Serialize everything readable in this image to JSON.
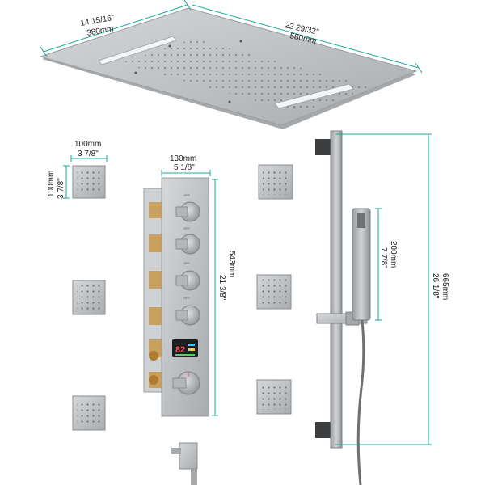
{
  "colors": {
    "dimension_line": "#18a89a",
    "metal": "#b9bcbf",
    "metal_dark": "#8a8d90",
    "brass": "#c8a060",
    "label": "#222222"
  },
  "dimensions": {
    "ceiling_depth_in": "14 15/16\"",
    "ceiling_depth_mm": "380mm",
    "ceiling_width_in": "22 29/32\"",
    "ceiling_width_mm": "580mm",
    "jet_width_mm": "100mm",
    "jet_width_in": "3 7/8\"",
    "jet_height_mm": "100mm",
    "jet_height_in": "3 7/8\"",
    "valve_width_mm": "130mm",
    "valve_width_in": "5 1/8\"",
    "valve_height_mm": "543mm",
    "valve_height_in": "21 3/8\"",
    "handheld_height_mm": "200mm",
    "handheld_height_in": "7 7/8\"",
    "slidebar_height_mm": "665mm",
    "slidebar_height_in": "26 1/8\""
  },
  "valve": {
    "knob_labels": [
      "OFF",
      "OFF",
      "OFF",
      "OFF"
    ],
    "display_reading": "82",
    "icons": [
      "ceiling-shower-icon",
      "body-jet-icon",
      "handheld-icon",
      "waterfall-icon"
    ]
  }
}
